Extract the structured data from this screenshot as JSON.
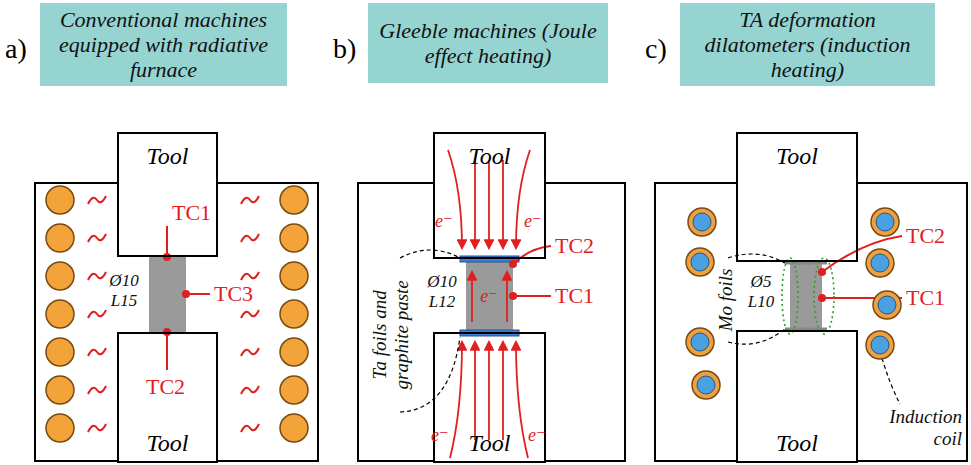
{
  "diagram": {
    "nodes": [
      {
        "text": [
          "Conventional machines equipped with radiative furnace"
        ]
      },
      {
        "text": [
          "Tool"
        ]
      },
      {
        "text": [
          "Tool"
        ]
      },
      {
        "text": [
          "Gleeble machines (Joule effect heating)"
        ]
      },
      {
        "text": [
          "Tool"
        ]
      },
      {
        "text": [
          "Tool"
        ]
      },
      {
        "text": [
          "TA deformation dilatometers (induction heating)"
        ]
      },
      {
        "text": [
          "Tool"
        ]
      },
      {
        "text": [
          "Tool"
        ]
      }
    ],
    "labels": [
      "a)",
      "TC1",
      "Ø10 L15",
      "TC3",
      "TC2",
      "b)",
      "e⁻",
      "e⁻",
      "Ta foils and graphite paste",
      "Ø10 L12",
      "e⁻",
      "TC2",
      "TC1",
      "e⁻",
      "e⁻",
      "c)",
      "Mo foils",
      "Ø5 L10",
      "TC2",
      "TC1",
      "Induction coil"
    ]
  }
}
